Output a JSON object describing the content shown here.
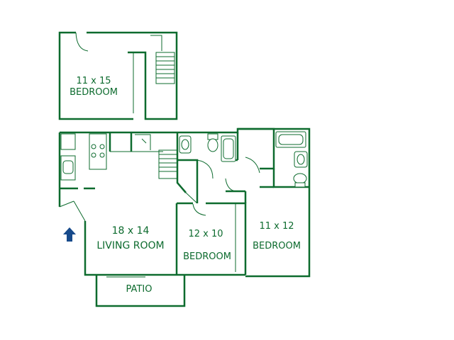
{
  "rooms": {
    "upstairs_bedroom": {
      "size": "11 x 15",
      "name": "BEDROOM"
    },
    "living_room": {
      "size": "18 x 14",
      "name": "LIVING ROOM"
    },
    "bedroom_middle": {
      "size": "12 x 10",
      "name": "BEDROOM"
    },
    "bedroom_right": {
      "size": "11 x 12",
      "name": "BEDROOM"
    },
    "patio": {
      "name": "PATIO"
    }
  },
  "icons": {
    "entry": "entry-arrow-icon"
  },
  "colors": {
    "wall": "#0d6b2e",
    "entry_arrow": "#174a8b",
    "background": "#ffffff"
  }
}
